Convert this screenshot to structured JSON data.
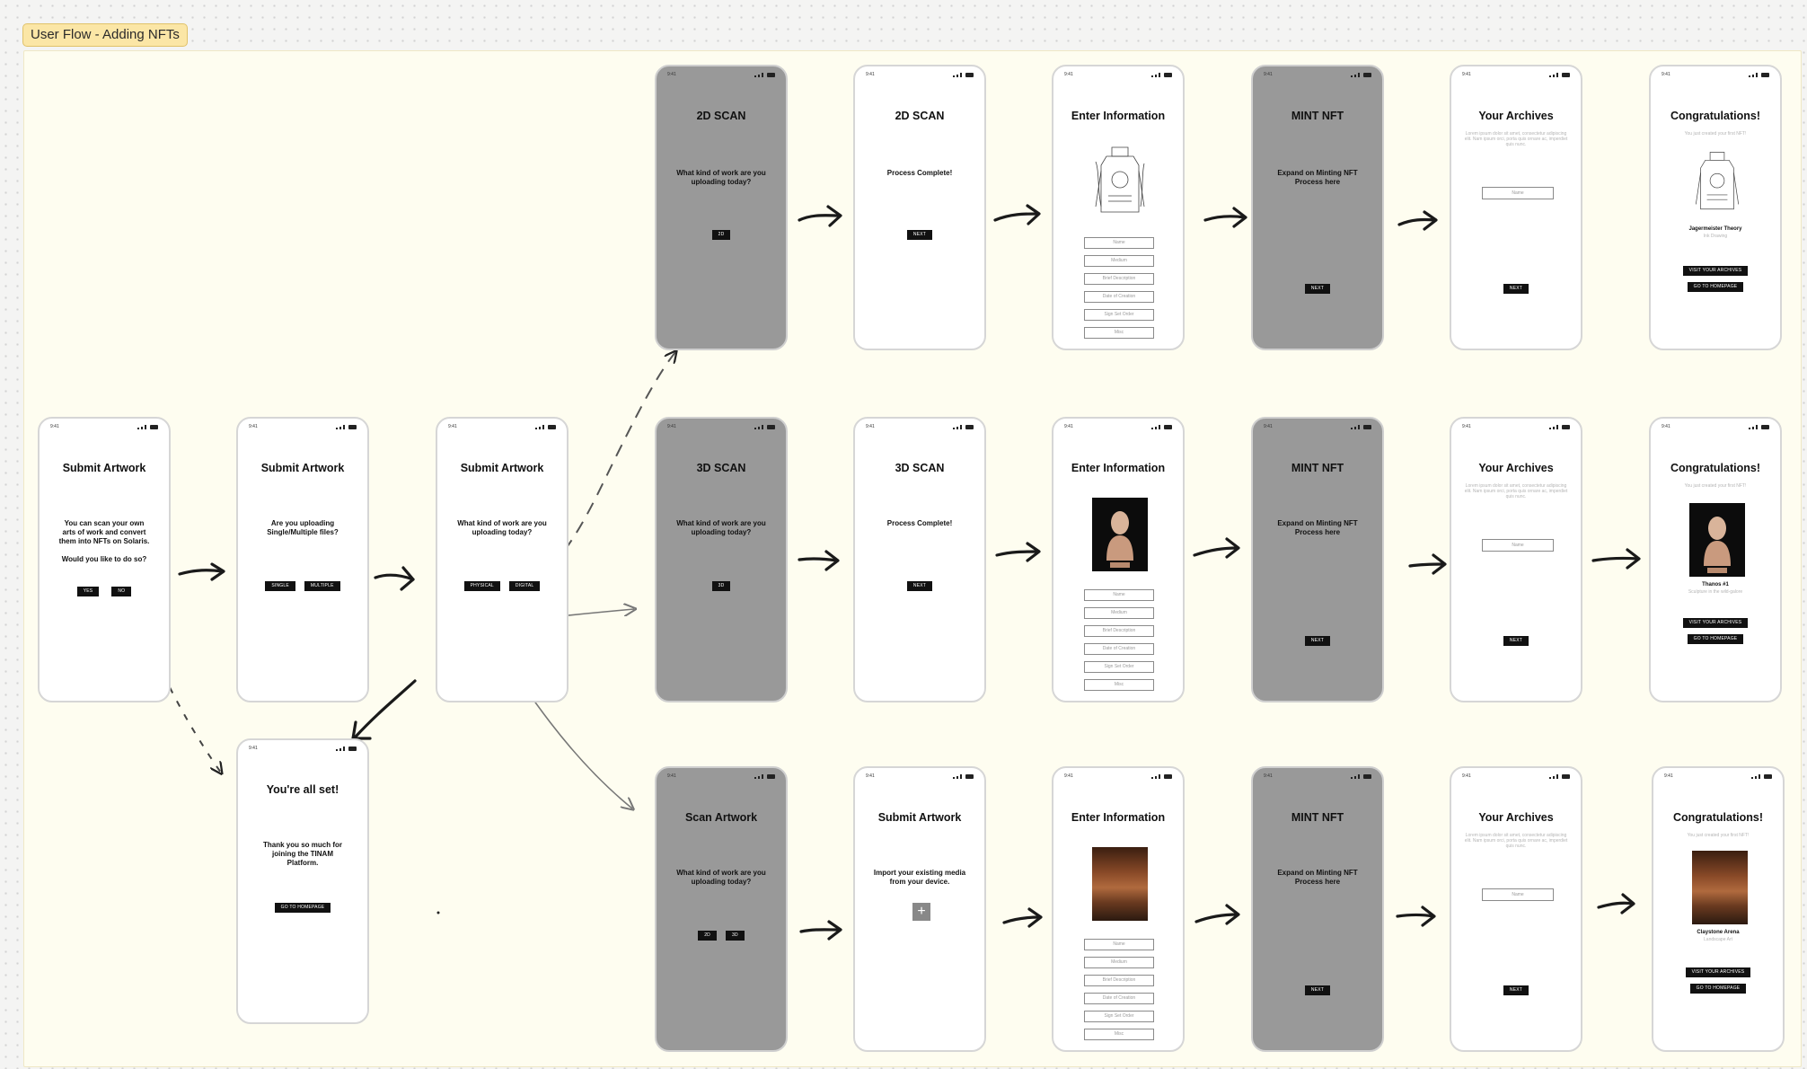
{
  "board": {
    "title": "User Flow - Adding NFTs",
    "colors": {
      "board": "#fefdf0",
      "tag": "#fbe6a6",
      "dark_screen": "#999999",
      "button": "#111111"
    }
  },
  "status_time": "9:41",
  "screens": {
    "r1c1": {
      "title": "2D SCAN",
      "text": "What kind of work are you\nuploading today?",
      "buttons": [
        "2D"
      ]
    },
    "r1c2": {
      "title": "2D SCAN",
      "text": "Process Complete!",
      "buttons": [
        "NEXT"
      ]
    },
    "r1c3": {
      "title": "Enter Information",
      "fields": [
        "Name",
        "Medium",
        "Brief Description",
        "Date of Creation",
        "Sign Set Order",
        "Misc"
      ]
    },
    "r1c4": {
      "title": "MINT NFT",
      "text": "Expand on Minting NFT\nProcess here",
      "buttons": [
        "NEXT"
      ]
    },
    "r1c5": {
      "title": "Your Archives",
      "sub": "Lorem ipsum dolor sit amet, consectetur adipiscing elit. Nam ipsum orci, porta quis ornare ac, imperdiet quis nunc.",
      "name_field": "Name",
      "buttons": [
        "NEXT"
      ]
    },
    "r1c6": {
      "title": "Congratulations!",
      "sub": "You just created your first NFT!",
      "art_title": "Jagermeister Theory",
      "art_sub": "Ink Drawing",
      "buttons": [
        "VISIT YOUR ARCHIVES",
        "GO TO HOMEPAGE"
      ]
    },
    "r2a": {
      "title": "Submit Artwork",
      "text": "You can scan your own\narts of work and convert\nthem into NFTs on Solaris.\n\nWould you like to do so?",
      "buttons": [
        "YES",
        "NO"
      ]
    },
    "r2b": {
      "title": "Submit Artwork",
      "text": "Are you uploading\nSingle/Multiple files?",
      "buttons": [
        "SINGLE",
        "MULTIPLE"
      ]
    },
    "r2c": {
      "title": "Submit Artwork",
      "text": "What kind of work are you\nuploading today?",
      "buttons": [
        "PHYSICAL",
        "DIGITAL"
      ]
    },
    "r2c1": {
      "title": "3D SCAN",
      "text": "What kind of work are you\nuploading today?",
      "buttons": [
        "3D"
      ]
    },
    "r2c2": {
      "title": "3D SCAN",
      "text": "Process Complete!",
      "buttons": [
        "NEXT"
      ]
    },
    "r2c3": {
      "title": "Enter Information",
      "fields": [
        "Name",
        "Medium",
        "Brief Description",
        "Date of Creation",
        "Sign Set Order",
        "Misc"
      ]
    },
    "r2c4": {
      "title": "MINT NFT",
      "text": "Expand on Minting NFT\nProcess here",
      "buttons": [
        "NEXT"
      ]
    },
    "r2c5": {
      "title": "Your Archives",
      "sub": "Lorem ipsum dolor sit amet, consectetur adipiscing elit. Nam ipsum orci, porta quis ornare ac, imperdiet quis nunc.",
      "name_field": "Name",
      "buttons": [
        "NEXT"
      ]
    },
    "r2c6": {
      "title": "Congratulations!",
      "sub": "You just created your first NFT!",
      "art_title": "Thanos #1",
      "art_sub": "Sculpture in the wild-galore",
      "buttons": [
        "VISIT YOUR ARCHIVES",
        "GO TO HOMEPAGE"
      ]
    },
    "r3b": {
      "title": "You're all set!",
      "text": "Thank you so much for\njoining the TINAM\nPlatform.",
      "buttons": [
        "GO TO HOMEPAGE"
      ]
    },
    "r3c1": {
      "title": "Scan Artwork",
      "text": "What kind of work are you\nuploading today?",
      "buttons": [
        "2D",
        "3D"
      ]
    },
    "r3c2": {
      "title": "Submit Artwork",
      "text": "Import your existing media\nfrom your device.",
      "plus": "+"
    },
    "r3c3": {
      "title": "Enter Information",
      "fields": [
        "Name",
        "Medium",
        "Brief Description",
        "Date of Creation",
        "Sign Set Order",
        "Misc"
      ]
    },
    "r3c4": {
      "title": "MINT NFT",
      "text": "Expand on Minting NFT\nProcess here",
      "buttons": [
        "NEXT"
      ]
    },
    "r3c5": {
      "title": "Your Archives",
      "sub": "Lorem ipsum dolor sit amet, consectetur adipiscing elit. Nam ipsum orci, porta quis ornare ac, imperdiet quis nunc.",
      "name_field": "Name",
      "buttons": [
        "NEXT"
      ]
    },
    "r3c6": {
      "title": "Congratulations!",
      "sub": "You just created your first NFT!",
      "art_title": "Claystone Arena",
      "art_sub": "Landscape Art",
      "buttons": [
        "VISIT YOUR ARCHIVES",
        "GO TO HOMEPAGE"
      ]
    }
  }
}
